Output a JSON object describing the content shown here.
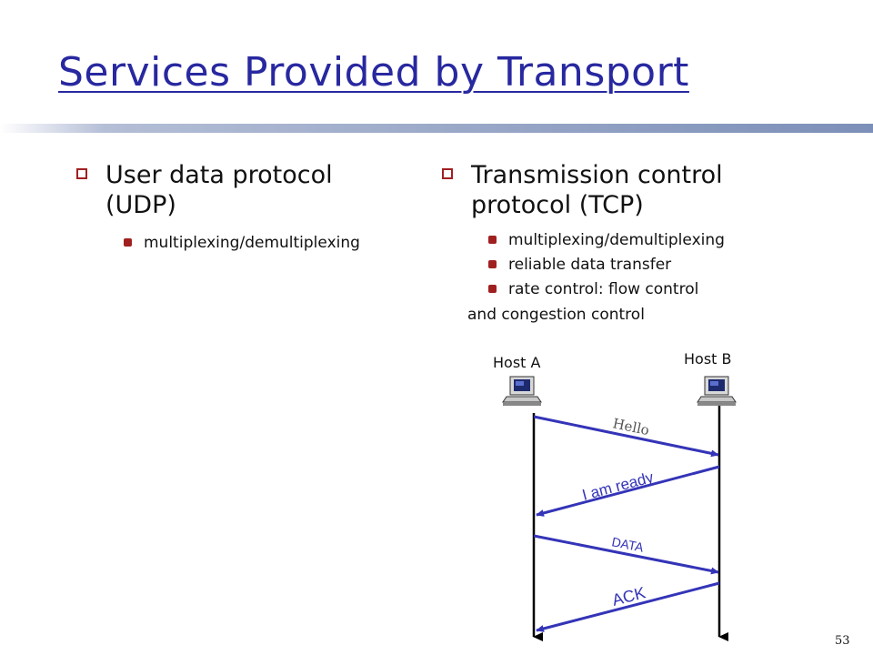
{
  "title": "Services Provided by Transport",
  "udp": {
    "heading": "User data protocol (UDP)",
    "items": [
      "multiplexing/demultiplexing"
    ]
  },
  "tcp": {
    "heading": "Transmission control protocol (TCP)",
    "items": [
      "multiplexing/demultiplexing",
      "reliable data transfer",
      "rate control: flow control"
    ],
    "continuation": "and congestion control"
  },
  "diagram": {
    "host_a": "Host A",
    "host_b": "Host B",
    "messages": [
      "Hello",
      "I am ready",
      "DATA",
      "ACK"
    ]
  },
  "page_number": "53",
  "colors": {
    "title": "#2828a0",
    "arrow": "#3434b8",
    "bullet": "#a02020"
  }
}
